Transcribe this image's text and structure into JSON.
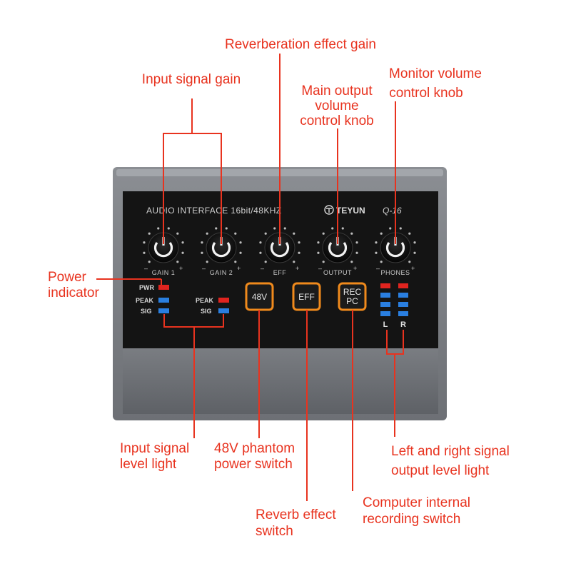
{
  "device": {
    "title": "AUDIO INTERFACE 16bit/48KHZ",
    "brand": "TEYUN",
    "model": "Q-16",
    "knobs": [
      {
        "id": "gain1",
        "label": "GAIN 1"
      },
      {
        "id": "gain2",
        "label": "GAIN 2"
      },
      {
        "id": "eff",
        "label": "EFF"
      },
      {
        "id": "output",
        "label": "OUTPUT"
      },
      {
        "id": "phones",
        "label": "PHONES"
      }
    ],
    "knob_min": "–",
    "knob_max": "+",
    "leds_left": {
      "pwr": "PWR",
      "peak": "PEAK",
      "sig": "SIG"
    },
    "leds_right": {
      "peak": "PEAK",
      "sig": "SIG"
    },
    "buttons": {
      "phantom": "48V",
      "eff": "EFF",
      "rec_line1": "REC",
      "rec_line2": "PC"
    },
    "meter_labels": {
      "left": "L",
      "right": "R"
    },
    "colors": {
      "led_red": "#e0241f",
      "led_blue": "#2a7fe0",
      "button_border": "#f08a1c",
      "callout": "#e8331f"
    }
  },
  "callouts": {
    "input_gain": "Input signal gain",
    "reverb_gain": "Reverberation effect gain",
    "main_output": [
      "Main output",
      "volume",
      "control knob"
    ],
    "monitor_volume": [
      "Monitor volume",
      "control knob"
    ],
    "power_indicator": [
      "Power",
      "indicator"
    ],
    "input_level_light": [
      "Input signal",
      "level light"
    ],
    "phantom_switch": [
      "48V phantom",
      "power switch"
    ],
    "reverb_switch": [
      "Reverb effect",
      "switch"
    ],
    "recording_switch": [
      "Computer internal",
      "recording switch"
    ],
    "lr_level_light": [
      "Left and right signal",
      "output level light"
    ]
  }
}
